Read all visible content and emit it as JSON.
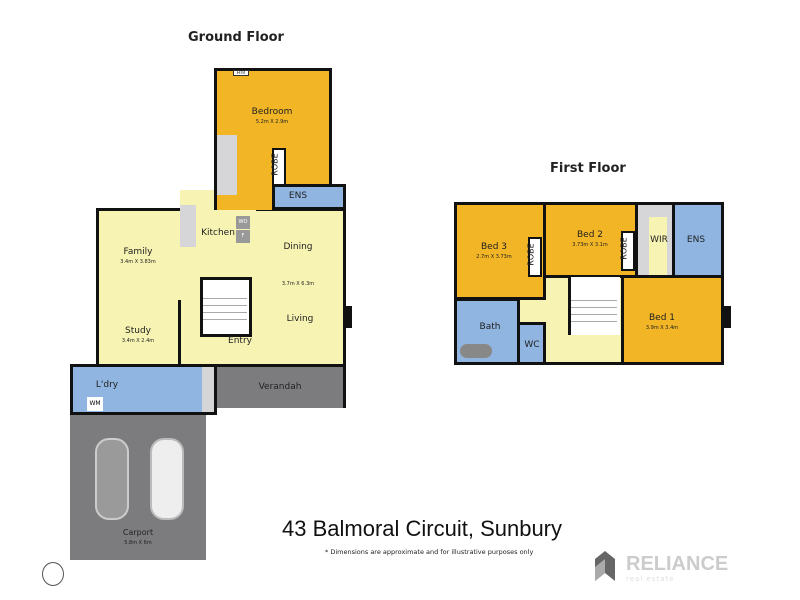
{
  "ground_floor": {
    "title": "Ground Floor",
    "rooms": {
      "bedroom": "Bedroom",
      "bedroom_dim": "5.2m X 2.9m",
      "htr": "HTR",
      "robe": "ROBE",
      "ens": "ENS",
      "kitchen": "Kitchen",
      "wo": "WO",
      "f": "F",
      "family": "Family",
      "family_dim": "3.4m X 3.83m",
      "dining": "Dining",
      "living_dim": "3.7m X 6.3m",
      "living": "Living",
      "study": "Study",
      "study_dim": "3.4m X 2.4m",
      "entry": "Entry",
      "laundry": "L'dry",
      "wm": "WM",
      "verandah": "Verandah",
      "carport": "Carport",
      "carport_dim": "5.8m X 6m"
    }
  },
  "first_floor": {
    "title": "First Floor",
    "rooms": {
      "bed3": "Bed 3",
      "bed3_dim": "2.7m X 3.73m",
      "robe3": "ROBE",
      "bed2": "Bed 2",
      "bed2_dim": "3.73m X 3.1m",
      "robe2": "ROBE",
      "wir": "WIR",
      "ens": "ENS",
      "bed1": "Bed 1",
      "bed1_dim": "3.9m X 3.4m",
      "bath": "Bath",
      "wc": "WC"
    }
  },
  "address": "43 Balmoral Circuit, Sunbury",
  "disclaimer": "* Dimensions are approximate and for illustrative purposes only",
  "brand": {
    "name": "RELIANCE",
    "tagline": "real estate"
  },
  "colors": {
    "bedroom": "#f1b526",
    "living": "#f7f3b3",
    "wet": "#8fb5e0",
    "outdoor": "#7c7c7e"
  }
}
